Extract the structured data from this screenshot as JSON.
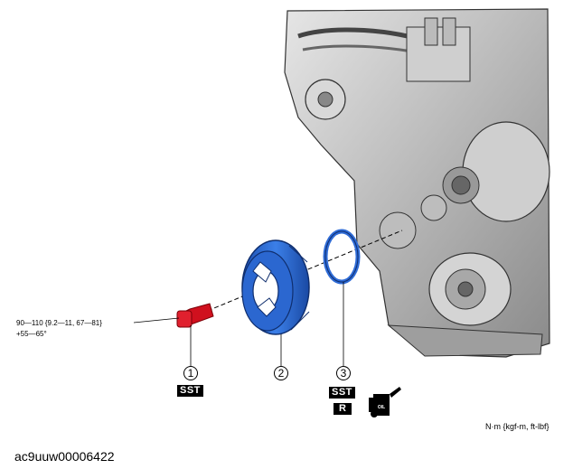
{
  "torque_spec": {
    "line1": "90—110 {9.2—11, 67—81}",
    "line2": "+55—65°"
  },
  "callouts": [
    {
      "number": "1",
      "badges": [
        "SST"
      ]
    },
    {
      "number": "2",
      "badges": []
    },
    {
      "number": "3",
      "badges": [
        "SST",
        "R"
      ],
      "extra_icon": "oil-can-icon"
    }
  ],
  "units_label": "N·m {kgf-m, ft-lbf}",
  "figure_id": "ac9uuw00006422",
  "colors": {
    "bolt": "#d0101e",
    "pulley": "#2e6bd6",
    "seal": "#2e6bd6",
    "engine": "#9a9a9a"
  },
  "oil_icon_label": "OIL"
}
